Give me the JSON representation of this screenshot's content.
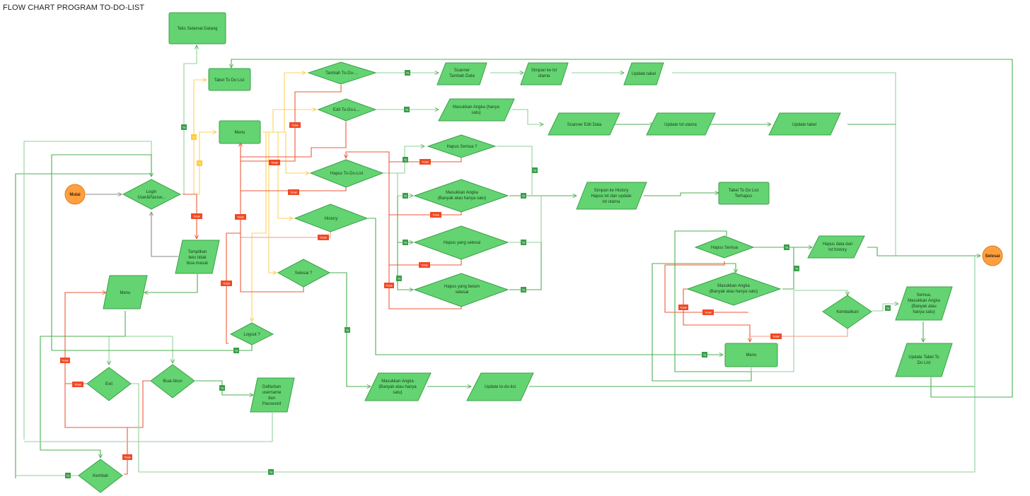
{
  "title": "FLOW CHART PROGRAM TO-DO-LIST",
  "colors": {
    "process": "#63d471",
    "process_border": "#3c9e4a",
    "terminal": "#ff9f40",
    "yes_edge": "#4caf50",
    "no_edge": "#ee5a3a",
    "menu_edge": "#ffd15c",
    "yes_label": "#3c9e4a",
    "no_label": "#f04a25"
  },
  "edge_labels": {
    "yes": "Ya",
    "no": "Tidak"
  },
  "nodes": {
    "mulai": "Mulai",
    "login": [
      "Login",
      "User&Passw..."
    ],
    "teks_selamat": "Teks Selamat Datang",
    "tabel_todo": "Tabel To Do List",
    "menu_main": "Menu",
    "tampilkan_gagal": [
      "Tampilkan",
      "teks tidak",
      "bisa masuk"
    ],
    "menu_left": "Menu",
    "exit": "Exit",
    "buat_akun": "Buat Akun",
    "daftarkan": [
      "Daftarkan",
      "username",
      "dan",
      "Password"
    ],
    "kembali": "Kembali",
    "tambah": "Tambah To-Do-...",
    "edit": "Edit To-Do-L...",
    "hapus": "Hapus To-Do-List",
    "history": "History",
    "selesai_q": "Selesai ?",
    "logout": "Logout ?",
    "scanner_tambah": [
      "Scanner",
      "Tambah Data"
    ],
    "simpan_txt": [
      "Simpan ke txt",
      "utama"
    ],
    "update_tabel_1": "Update tabel",
    "masukkan_edit": [
      "Masukkan Angka (hanya",
      "satu)"
    ],
    "scanner_edit": "Scanner Edit Data",
    "update_txt_utama": "Update txt utama",
    "update_tabel_2": "Update tabel",
    "hapus_semua_q": "Hapus Semua ?",
    "masukkan_hapus": [
      "Masukkan Angka",
      "(Banyak atau hanya satu)"
    ],
    "hapus_selesai": "Hapus yang selesai",
    "hapus_belum": [
      "Hapus yang belum",
      "selesai"
    ],
    "simpan_history": [
      "Simpan ke History",
      "Hapus txt dan update",
      "txt utama"
    ],
    "tabel_terhapus": [
      "Tabel To Do List",
      "Terhapus"
    ],
    "masukkan_selesai": [
      "Masukkan Angka",
      "(Banyak atau hanya",
      "satu)"
    ],
    "update_todo": "Update to-do-list",
    "hist_hapus_semua": "Hapus Semua",
    "hist_masukkan": [
      "Masukkan Angka",
      "(Banyak atau hanya satu)"
    ],
    "hist_hapus_data": [
      "Hapus data dari",
      "txt history"
    ],
    "kembalikan": "Kembalikan",
    "semua_masukkan": [
      "Semua,",
      "Masukkan Angka",
      "(Banyak atau",
      "hanya satu)"
    ],
    "update_tabel_todo": [
      "Update Tabel To",
      "Do List"
    ],
    "hist_menu": "Menu",
    "selesai": "Selesai"
  }
}
